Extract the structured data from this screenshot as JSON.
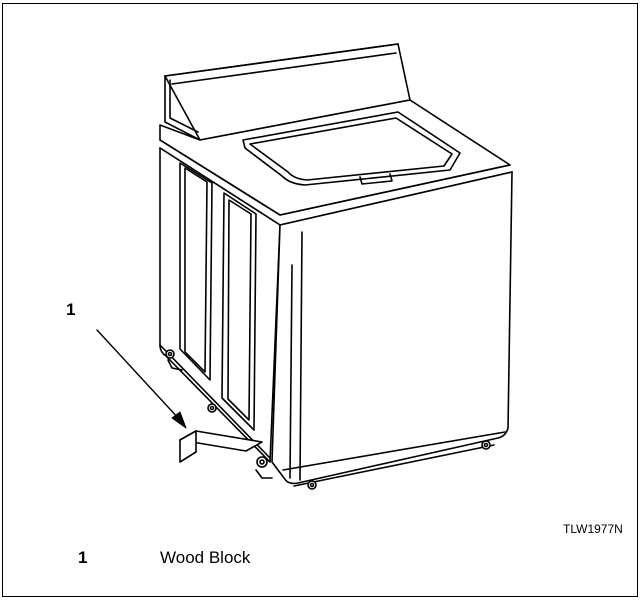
{
  "figure": {
    "callout": "1",
    "figure_id": "TLW1977N"
  },
  "legend": [
    {
      "number": "1",
      "label": "Wood Block"
    }
  ]
}
